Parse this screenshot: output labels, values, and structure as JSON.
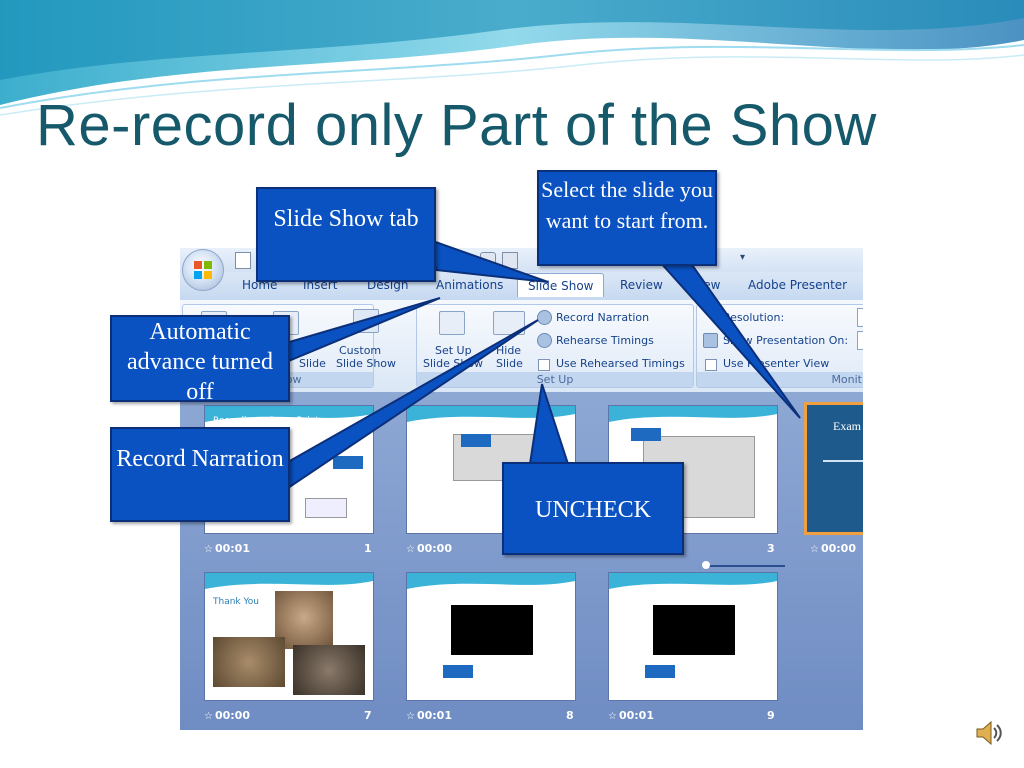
{
  "title": "Re-record only Part of the Show",
  "colors": {
    "title": "#16596b",
    "callout": "#0a52c2",
    "callout_border": "#0c2f7a",
    "accent_orange": "#f0a040"
  },
  "ribbon": {
    "tabs": [
      "Home",
      "Insert",
      "Design",
      "Animations",
      "Slide Show",
      "Review",
      "View",
      "Adobe Presenter"
    ],
    "active_tab": "Slide Show",
    "groups": {
      "start": {
        "custom_show": [
          "Custom",
          "Slide Show"
        ],
        "from_slide": "Slide",
        "label": "de Show"
      },
      "setup": {
        "set_up": [
          "Set Up",
          "Slide Show"
        ],
        "hide": [
          "Hide",
          "Slide"
        ],
        "record": "Record Narration",
        "rehearse": "Rehearse Timings",
        "use_rehearsed": "Use Rehearsed Timings",
        "label": "Set Up"
      },
      "monitors": {
        "resolution": "Resolution:",
        "show_on": "Show Presentation On:",
        "presenter_view": "Use Presenter View",
        "label": "Monit"
      }
    }
  },
  "slides": [
    {
      "number": "1",
      "time": "00:01",
      "title": "Recording a PowerPoint"
    },
    {
      "number": "",
      "time": "00:00",
      "title": ""
    },
    {
      "number": "3",
      "time": "",
      "title": ""
    },
    {
      "number": "",
      "time": "00:00",
      "title": "Exam"
    },
    {
      "number": "7",
      "time": "00:00",
      "title": "Thank You"
    },
    {
      "number": "8",
      "time": "00:01",
      "title": ""
    },
    {
      "number": "9",
      "time": "00:01",
      "title": ""
    }
  ],
  "callouts": {
    "slide_show_tab": "Slide Show tab",
    "select_slide": "Select the slide you want to start from.",
    "auto_advance": "Automatic advance turned off",
    "record_narration": "Record Narration",
    "uncheck": "UNCHECK"
  },
  "icons": [
    "office-button-icon",
    "save-icon",
    "print-icon",
    "slide-icon",
    "speaker-icon",
    "star-icon"
  ]
}
